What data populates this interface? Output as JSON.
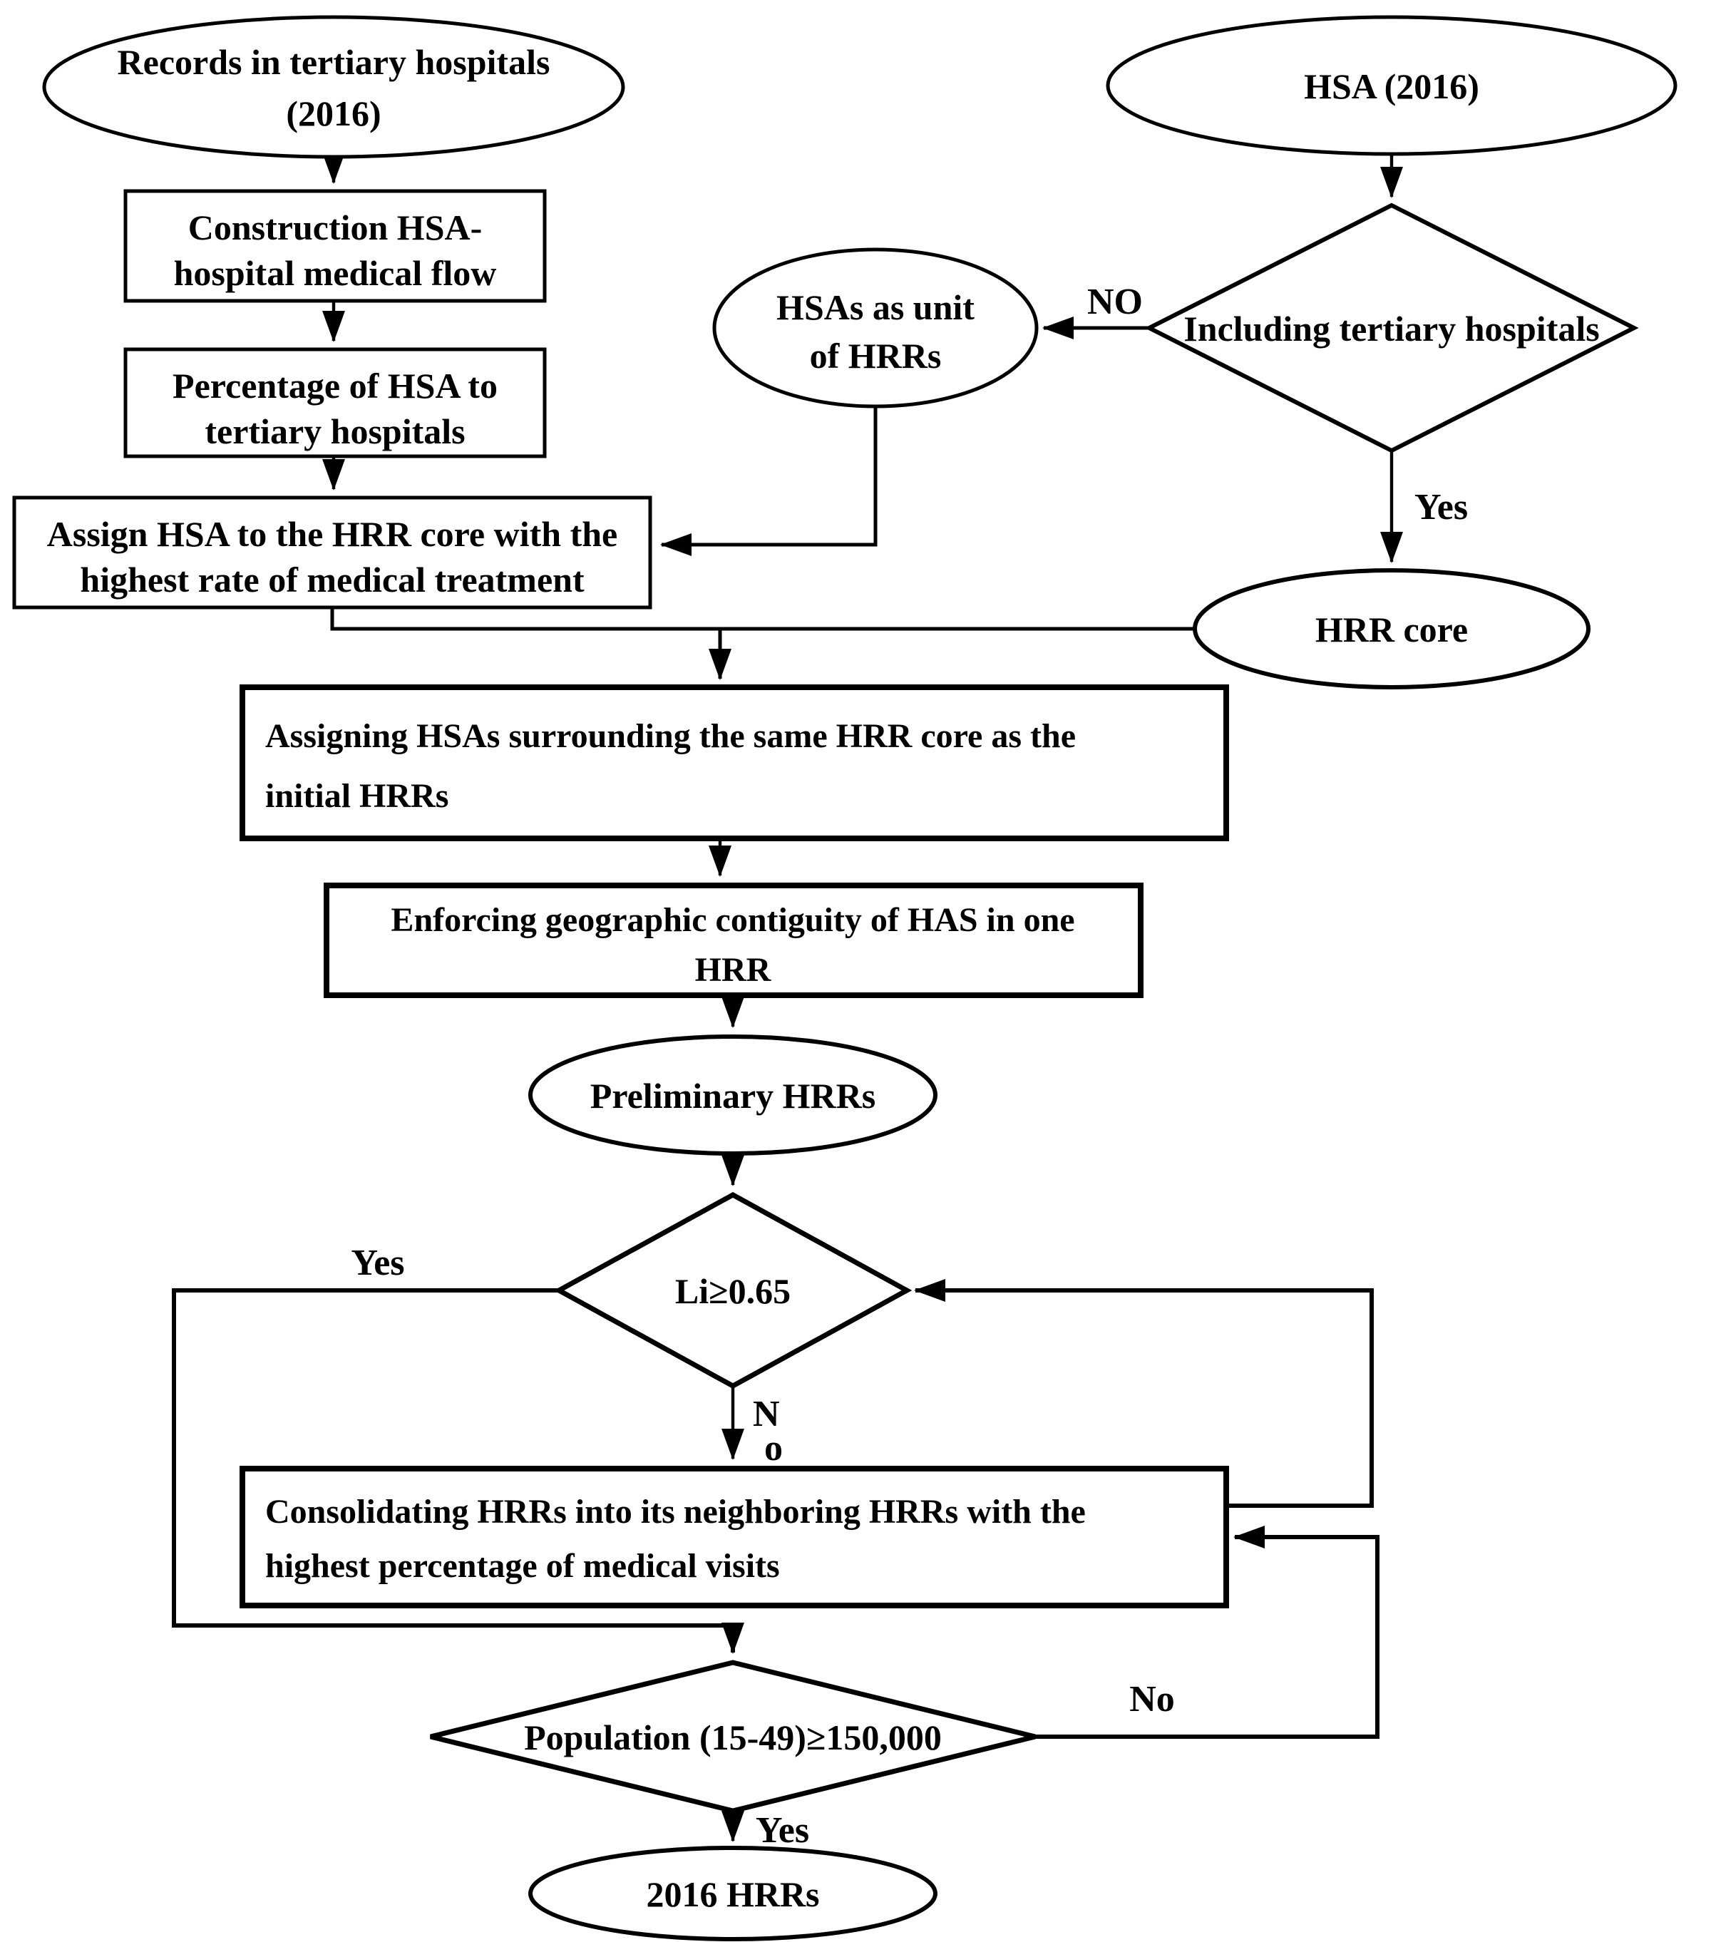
{
  "flowchart": {
    "colors": {
      "background": "#ffffff",
      "line": "#000000",
      "text": "#000000"
    },
    "nodes": {
      "records": {
        "line1": "Records in tertiary hospitals",
        "line2": "(2016)"
      },
      "construction": {
        "line1": "Construction HSA-",
        "line2": "hospital medical flow"
      },
      "percentage": {
        "line1": "Percentage of HSA to",
        "line2": "tertiary hospitals"
      },
      "assign": {
        "line1": "Assign HSA to the HRR core with the",
        "line2": "highest rate of medical treatment"
      },
      "hsa2016": {
        "line1": "HSA (2016)"
      },
      "including": {
        "line1": "Including tertiary hospitals"
      },
      "hsas_unit": {
        "line1": "HSAs as unit",
        "line2": "of HRRs"
      },
      "hrr_core": {
        "line1": "HRR core"
      },
      "assigning": {
        "line1": "Assigning HSAs surrounding the same HRR core as the",
        "line2": "initial HRRs"
      },
      "enforcing": {
        "line1": "Enforcing geographic contiguity of HAS in one",
        "line2": "HRR"
      },
      "preliminary": {
        "line1": "Preliminary HRRs"
      },
      "li_check": {
        "line1": "Li≥0.65"
      },
      "consolidating": {
        "line1": "Consolidating HRRs into its neighboring HRRs with the",
        "line2": "highest percentage of medical visits"
      },
      "population_check": {
        "line1": "Population (15-49)≥150,000"
      },
      "hrrs_2016": {
        "line1": "2016 HRRs"
      }
    },
    "edge_labels": {
      "no_tertiary": "NO",
      "yes_tertiary": "Yes",
      "yes_li": "Yes",
      "no_li_line1": "N",
      "no_li_line2": "o",
      "no_population": "No",
      "yes_population": "Yes"
    }
  }
}
